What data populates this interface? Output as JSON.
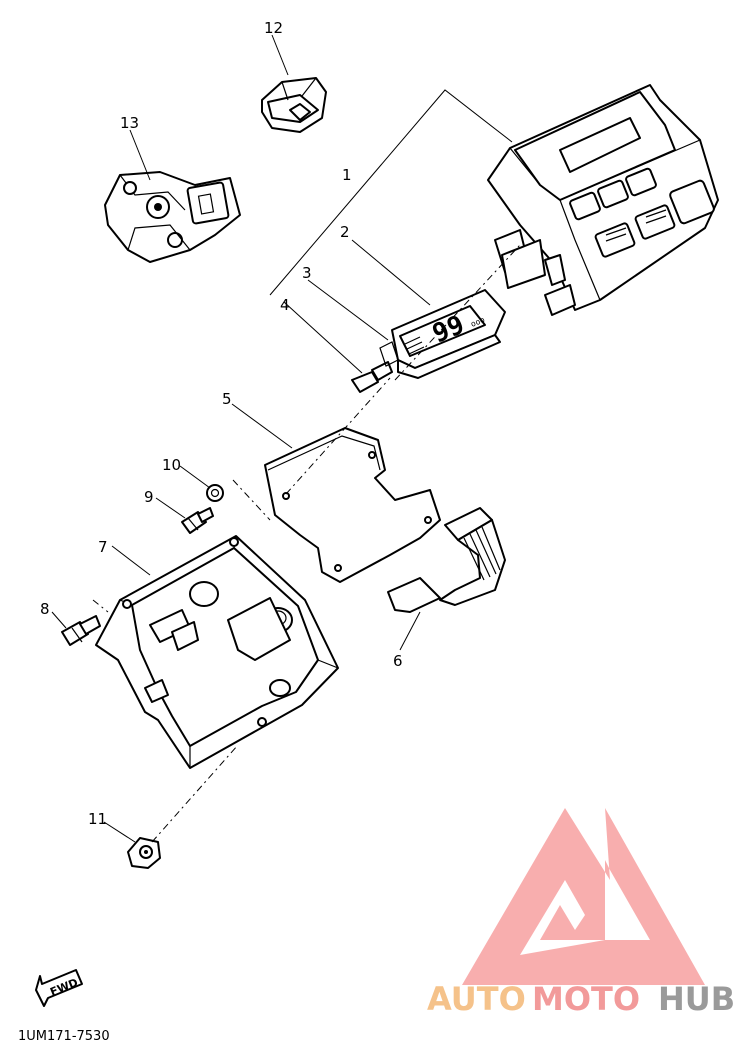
{
  "diagram": {
    "part_numbers": [
      "1",
      "2",
      "3",
      "4",
      "5",
      "6",
      "7",
      "8",
      "9",
      "10",
      "11",
      "12",
      "13"
    ],
    "diagram_code": "1UM171-7530",
    "forward_label": "FWD",
    "lcd_digits": "99",
    "lcd_unit": "ooo"
  },
  "watermark": {
    "text_auto": "AUTO",
    "text_moto": "MOTO",
    "text_hub": "HUB",
    "colors": {
      "auto": "#f5c28a",
      "moto": "#f29a9a",
      "hub": "#9a9a9a",
      "logo": "#f7a0a0"
    }
  }
}
